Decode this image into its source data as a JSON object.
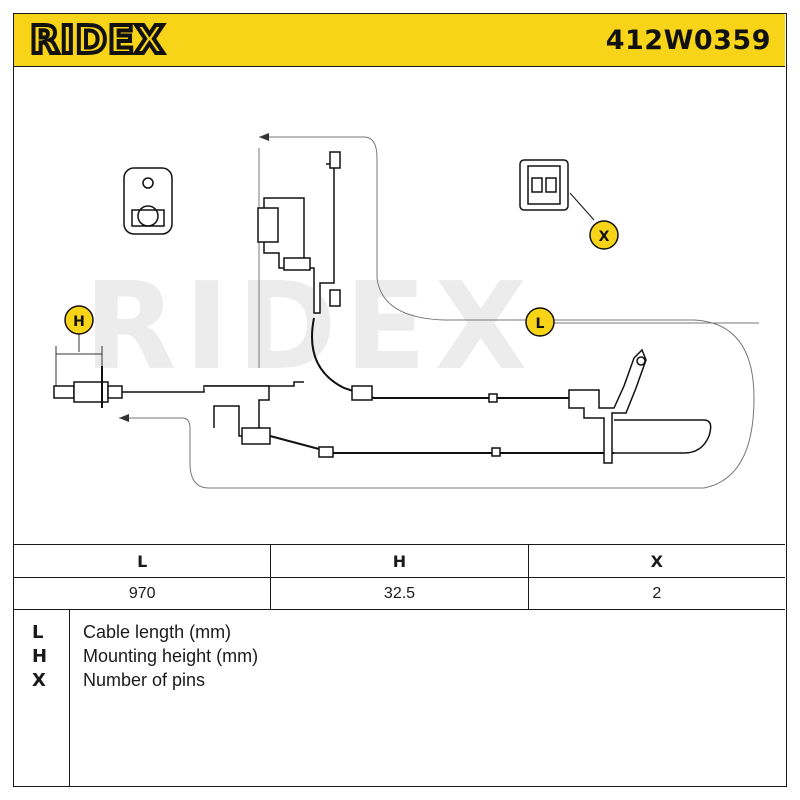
{
  "header": {
    "brand": "RIDEX",
    "part_number": "412W0359",
    "background_color": "#f7d417"
  },
  "drawing": {
    "watermark": "RIDEX",
    "callouts": {
      "h": "H",
      "x": "X",
      "l": "L"
    },
    "badge_color": "#f7d417"
  },
  "table": {
    "headers": [
      "L",
      "H",
      "X"
    ],
    "values": [
      "970",
      "32.5",
      "2"
    ]
  },
  "legend": {
    "items": [
      {
        "key": "L",
        "description": "Cable length (mm)"
      },
      {
        "key": "H",
        "description": "Mounting height (mm)"
      },
      {
        "key": "X",
        "description": "Number of pins"
      }
    ]
  }
}
